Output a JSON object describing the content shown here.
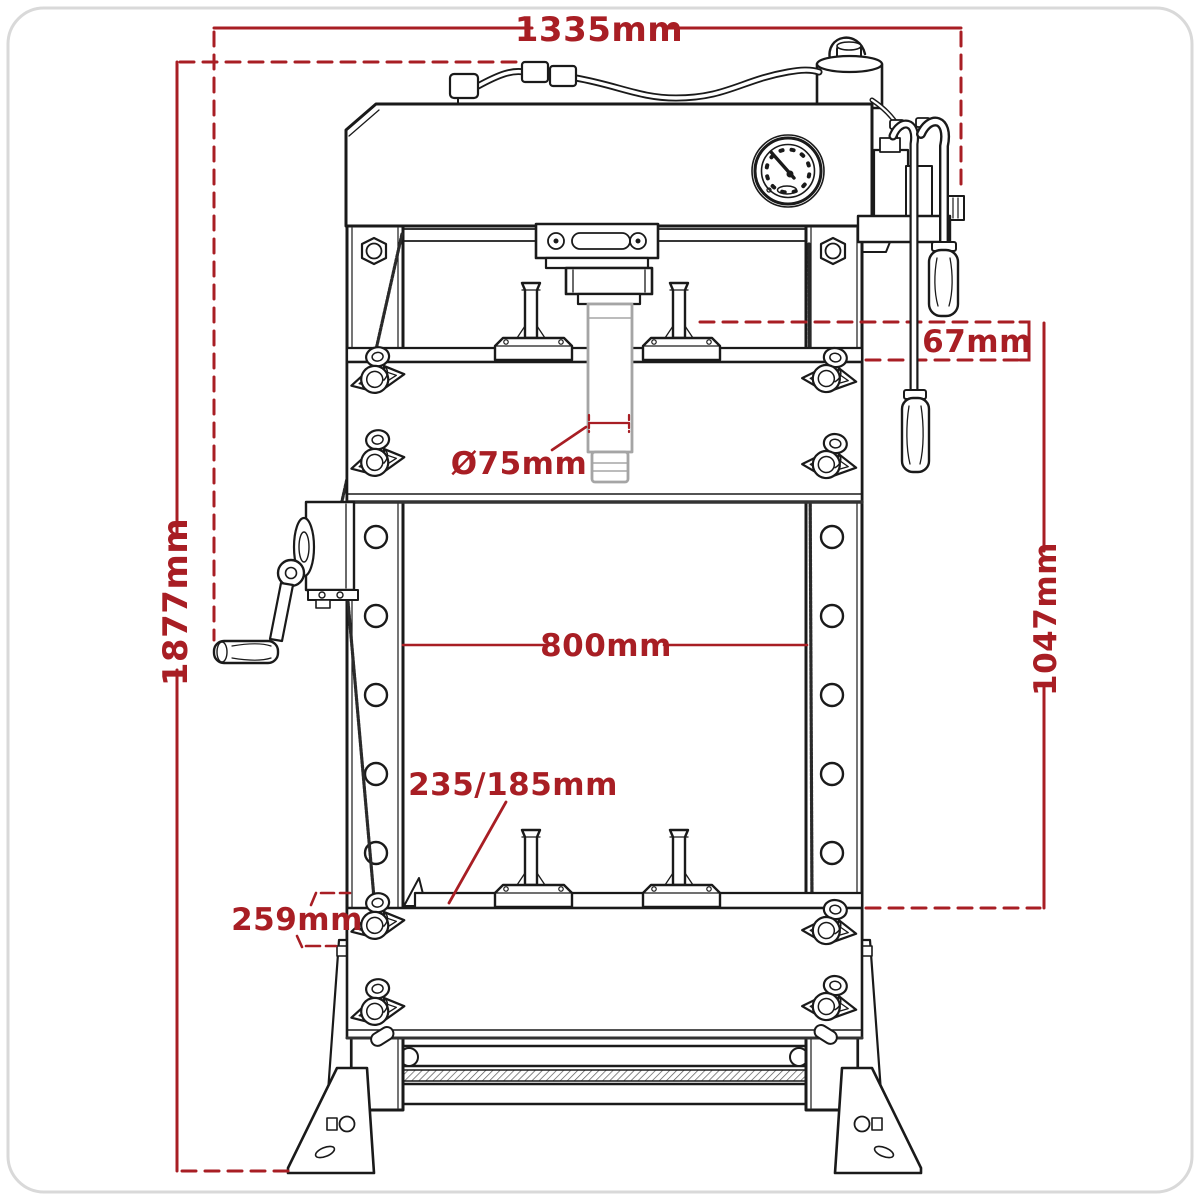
{
  "drawing": {
    "subject": "Hydraulic workshop press – dimensional technical drawing, front view",
    "styles": {
      "dimension_color": "#a81e24",
      "line_color": "#1a1a1a",
      "ram_color": "#a5a5a5",
      "border_color": "#d9d9d9",
      "background": "#ffffff"
    }
  },
  "annotations": {
    "overall_width": {
      "label": "1335mm"
    },
    "overall_height": {
      "label": "1877mm"
    },
    "side_gap": {
      "label": "67mm"
    },
    "ram_diameter": {
      "label": "Ø75mm"
    },
    "working_width": {
      "label": "800mm"
    },
    "working_height": {
      "label": "1047mm"
    },
    "vee_block": {
      "label": "235/185mm"
    },
    "base_height": {
      "label": "259mm"
    }
  }
}
